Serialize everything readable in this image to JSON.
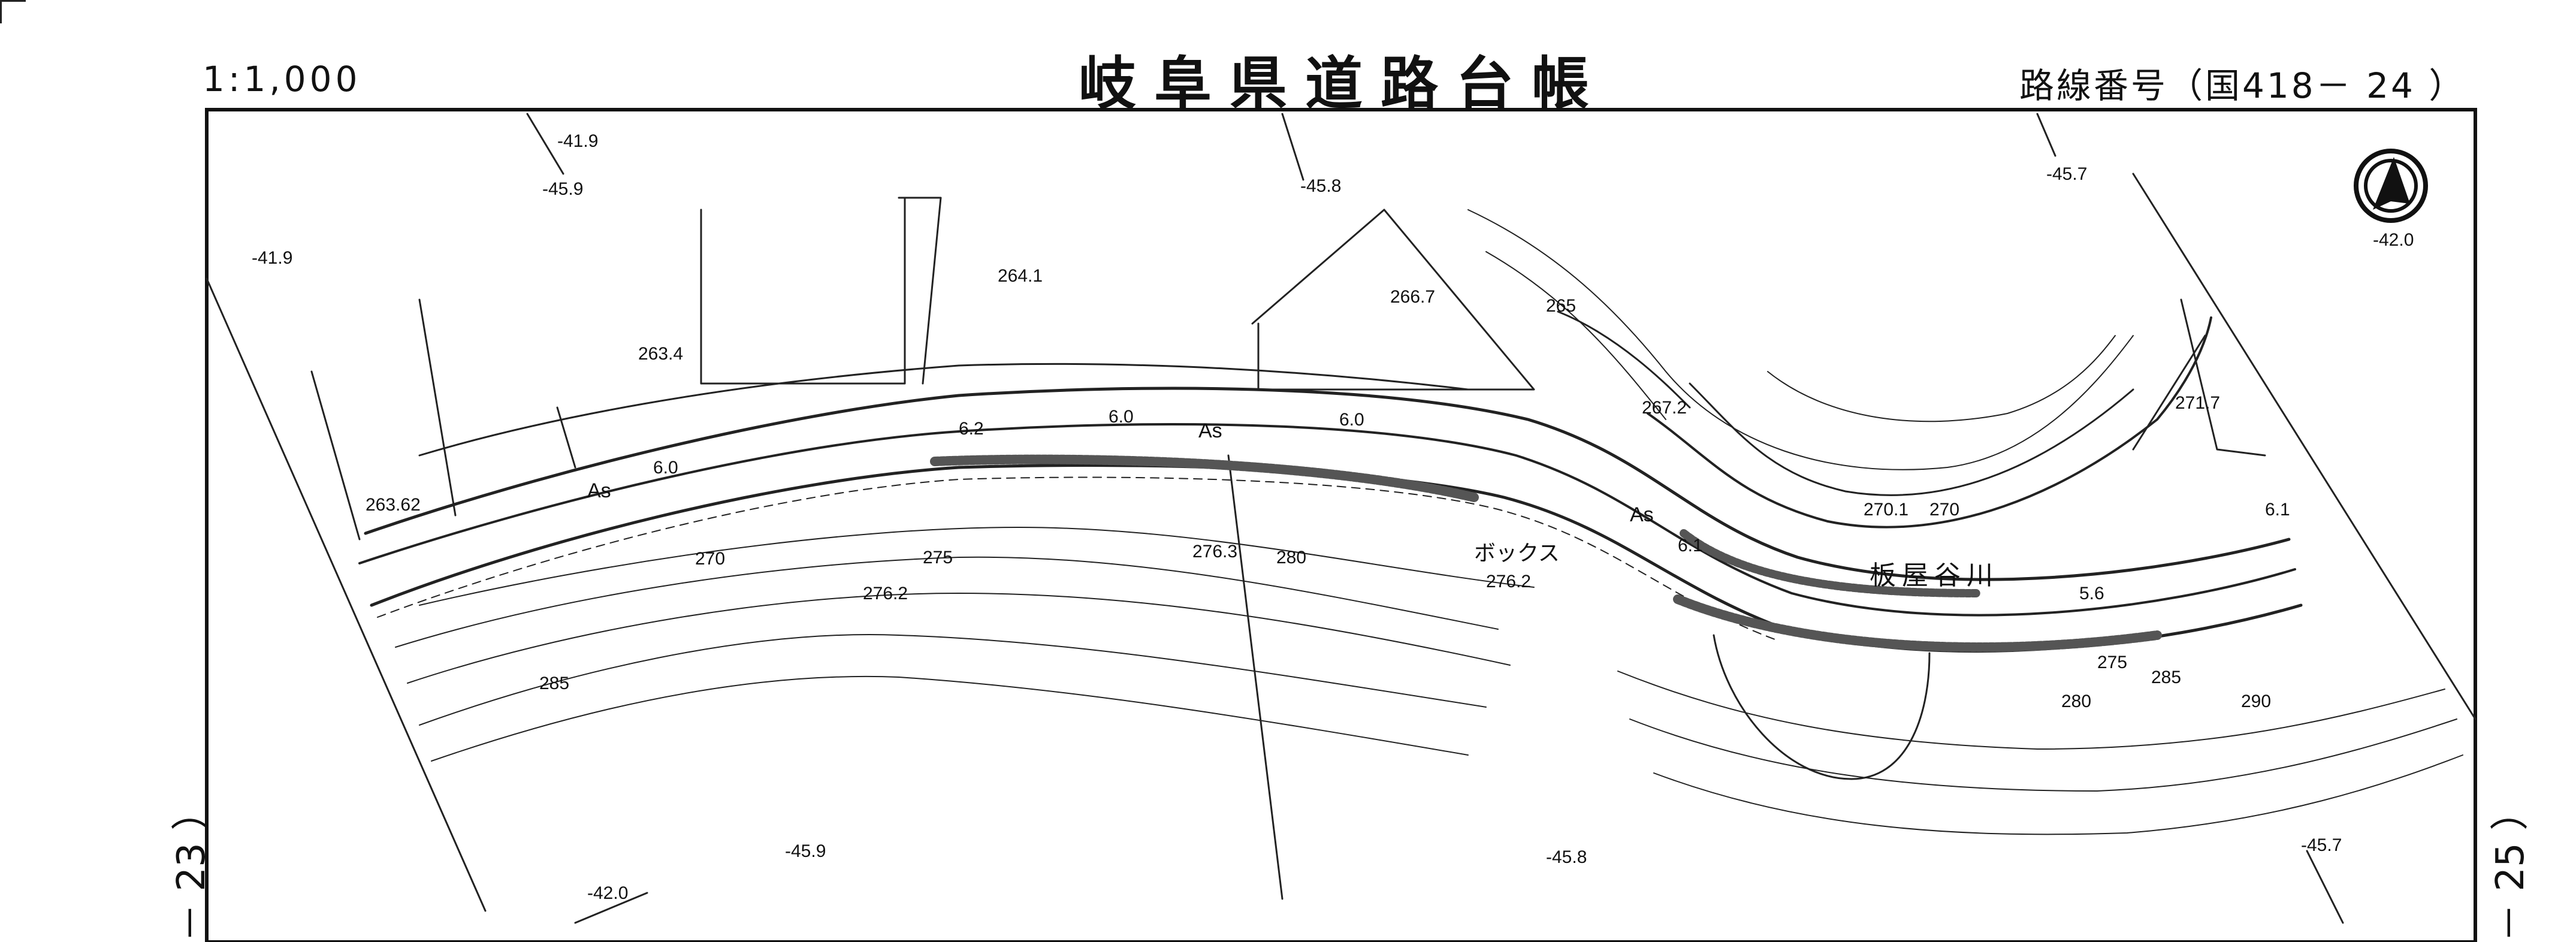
{
  "header": {
    "scale": "1:1,000",
    "title": "岐阜県道路台帳",
    "route_number": "路線番号（国418－ 24 ）"
  },
  "sheet_refs": {
    "left": "－ 23 ）",
    "right": "－ 25 ）"
  },
  "map": {
    "spot_heights": [
      "263.62",
      "263.4",
      "264.1",
      "266.7",
      "267.2",
      "271.7",
      "270.1",
      "276.3",
      "276.2",
      "276.2"
    ],
    "contour_labels": [
      "270",
      "275",
      "280",
      "285",
      "265",
      "270",
      "275",
      "280",
      "285",
      "290"
    ],
    "grid_labels": [
      "-41.9",
      "-41.9",
      "-45.9",
      "-45.8",
      "-45.7",
      "-42.0",
      "-42.0",
      "-45.9",
      "-45.8",
      "-45.7"
    ],
    "road_surface_labels": [
      "As",
      "As",
      "As"
    ],
    "road_width_labels": [
      "6.2",
      "6.0",
      "6.0",
      "6.0",
      "6.1",
      "5.6",
      "6.1"
    ],
    "feature_labels": [
      "ボックス",
      "板屋谷川"
    ],
    "north_arrow": "north-arrow-icon"
  }
}
